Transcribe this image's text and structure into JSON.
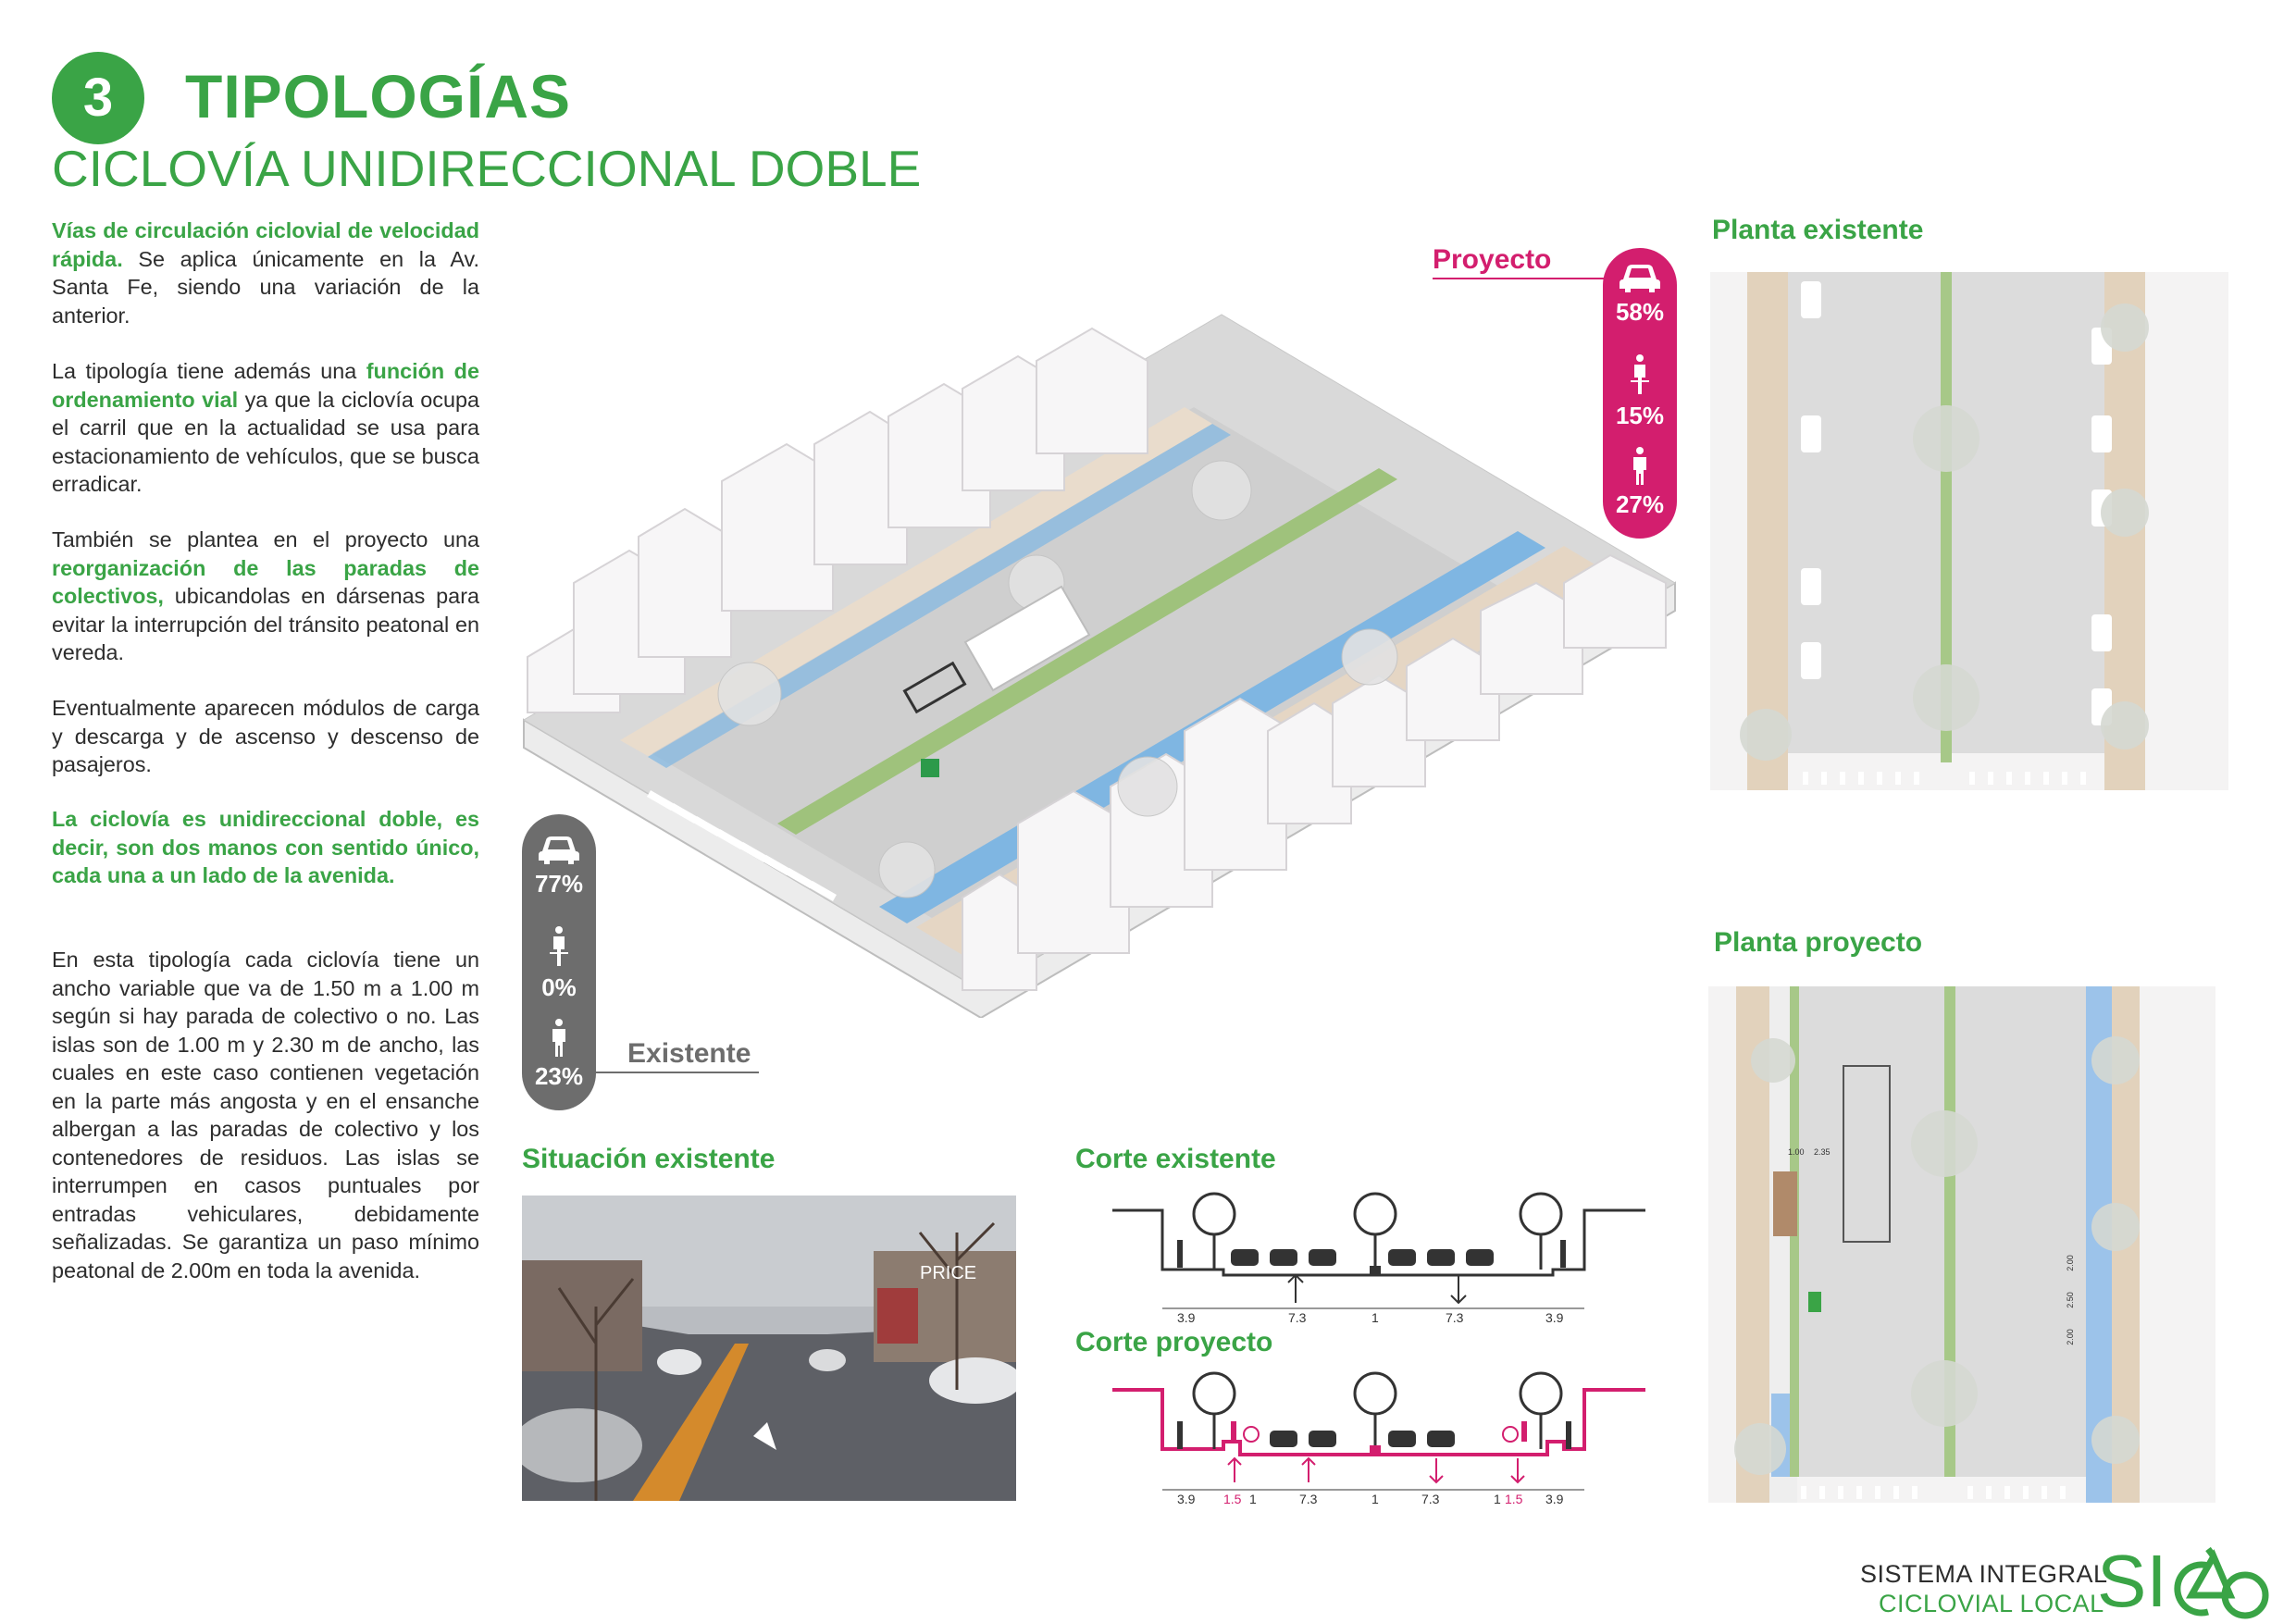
{
  "header": {
    "number": "3",
    "title": "TIPOLOGÍAS",
    "subtitle": "CICLOVÍA UNIDIRECCIONAL DOBLE"
  },
  "body": {
    "p1_bold": "Vías de circulación ciclovial de velocidad rápida.",
    "p1_rest": " Se aplica únicamente en la Av. Santa Fe, siendo una variación de la anterior.",
    "p2_a": "La tipología tiene además una ",
    "p2_bold": "función de ordenamiento vial",
    "p2_b": " ya que la ciclovía ocupa  el carril que en la actualidad se usa para estacionamiento de vehículos, que se busca erradicar.",
    "p3_a": "También se plantea en el proyecto una ",
    "p3_bold": "reorganización de las paradas de colectivos,",
    "p3_b": " ubicandolas en dársenas para evitar la interrupción del tránsito peatonal en vereda.",
    "p4": "Eventualmente aparecen módulos de carga y descarga y de ascenso y descenso de pasajeros.",
    "p5_bold": "La ciclovía es unidireccional doble, es decir, son dos manos con sentido único, cada una a un lado de la avenida.",
    "p6": "En esta tipología cada ciclovía tiene un ancho variable que va de 1.50 m a 1.00 m según si hay parada de colectivo o no. Las islas son de 1.00 m y 2.30 m de ancho, las cuales en este caso contienen vegetación en la parte más angosta y en el ensanche albergan a las paradas de colectivo y los contenedores de residuos. Las islas se interrumpen en casos puntuales por entradas vehiculares, debidamente señalizadas. Se garantiza un paso mínimo peatonal de 2.00m en toda la avenida."
  },
  "proyecto": {
    "label": "Proyecto",
    "car": "58%",
    "bike": "15%",
    "walk": "27%",
    "color": "#d31e6e"
  },
  "existente": {
    "label": "Existente",
    "car": "77%",
    "bike": "0%",
    "walk": "23%",
    "color": "#6d6d6d"
  },
  "sections": {
    "planta_existente": "Planta existente",
    "planta_proyecto": "Planta proyecto",
    "situacion_existente": "Situación existente",
    "corte_existente": "Corte existente",
    "corte_proyecto": "Corte proyecto"
  },
  "corte_existente_dims": [
    "3.9",
    "7.3",
    "1",
    "7.3",
    "3.9"
  ],
  "corte_proyecto_dims": [
    "3.9",
    "1.5",
    "1",
    "7.3",
    "1",
    "7.3",
    "1",
    "1.5",
    "3.9"
  ],
  "planta_proyecto_dims": {
    "a": "1.00",
    "b": "2.35",
    "c": "2.00",
    "d": "2.50",
    "e": "2.00"
  },
  "photo_sign": "PRICE",
  "footer": {
    "line1": "SISTEMA INTEGRAL",
    "line2": "CICLOVIAL LOCAL",
    "logo": "SI"
  }
}
